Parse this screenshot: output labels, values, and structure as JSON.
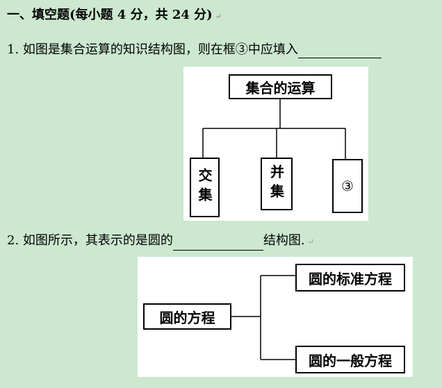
{
  "section_title": "一、填空题(每小题 4 分，共 24 分)",
  "q1": {
    "text": "1. 如图是集合运算的知识结构图，则在框③中应填入"
  },
  "fig1": {
    "root": "集合的运算",
    "children": [
      "交集",
      "并集",
      "③"
    ]
  },
  "q2": {
    "before": "2. 如图所示，其表示的是圆的",
    "after": "结构图."
  },
  "fig2": {
    "root": "圆的方程",
    "children": [
      "圆的标准方程",
      "圆的一般方程"
    ]
  },
  "paragraph_mark": "↵"
}
